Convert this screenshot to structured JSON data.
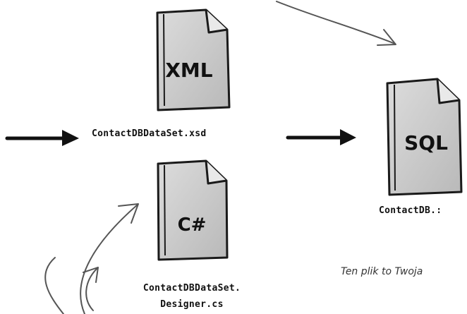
{
  "files": {
    "xsd": {
      "type_label": "XML",
      "name": "ContactDBDataSet.xsd"
    },
    "sql": {
      "type_label": "SQL",
      "name": "ContactDB.:"
    },
    "cs": {
      "type_label": "C#",
      "name_line1": "ContactDBDataSet.",
      "name_line2": "Designer.cs"
    }
  },
  "caption": "Ten plik to Twoja",
  "colors": {
    "page_fill": "#cfcfcf",
    "page_stroke": "#1a1a1a",
    "fold_fill": "#e9e9e9",
    "arrow": "#111111",
    "curve": "#555555"
  }
}
